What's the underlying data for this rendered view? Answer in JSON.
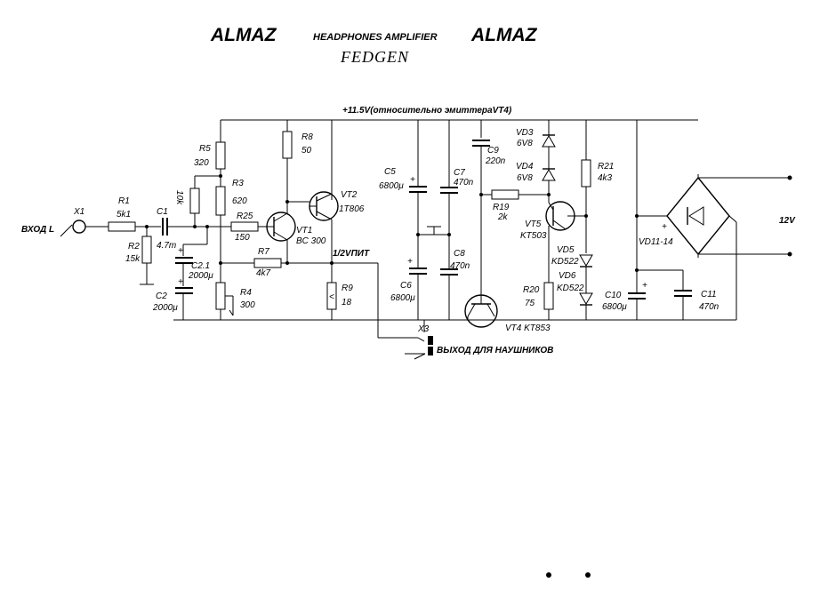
{
  "header": {
    "brand_left": "ALMAZ",
    "subtitle": "HEADPHONES AMPLIFIER",
    "brand_right": "ALMAZ",
    "author": "FEDGEN"
  },
  "supply": {
    "rail_label": "+11.5V(относительно эмиттераVT4)",
    "input_voltage": "12V",
    "half_supply_label": "1/2VПИТ"
  },
  "input": {
    "label": "ВХОД L",
    "connector": "X1"
  },
  "output": {
    "connector": "X3",
    "label": "ВЫХОД ДЛЯ НАУШНИКОВ"
  },
  "components": {
    "R1": {
      "ref": "R1",
      "value": "5k1"
    },
    "R2": {
      "ref": "R2",
      "value": "15k"
    },
    "R3": {
      "ref": "R3",
      "value": "620"
    },
    "R4": {
      "ref": "R4",
      "value": "300"
    },
    "R5": {
      "ref": "R5",
      "value": "320"
    },
    "R6": {
      "value": "10k"
    },
    "R7": {
      "ref": "R7",
      "value": "4k7"
    },
    "R8": {
      "ref": "R8",
      "value": "50"
    },
    "R9": {
      "ref": "R9",
      "value": "18"
    },
    "R19": {
      "ref": "R19",
      "value": "2k"
    },
    "R20": {
      "ref": "R20",
      "value": "75"
    },
    "R21": {
      "ref": "R21",
      "value": "4k3"
    },
    "R25": {
      "ref": "R25",
      "value": "150"
    },
    "C1": {
      "ref": "C1",
      "value": "4.7m"
    },
    "C2": {
      "ref": "C2",
      "value": "2000μ"
    },
    "C2_1": {
      "ref": "C2.1",
      "value": "2000μ"
    },
    "C5": {
      "ref": "C5",
      "value": "6800μ"
    },
    "C6": {
      "ref": "C6",
      "value": "6800μ"
    },
    "C7": {
      "ref": "C7",
      "value": "470n"
    },
    "C8": {
      "ref": "C8",
      "value": "470n"
    },
    "C9": {
      "ref": "C9",
      "value": "220n"
    },
    "C10": {
      "ref": "C10",
      "value": "6800μ"
    },
    "C11": {
      "ref": "C11",
      "value": "470n"
    },
    "VT1": {
      "ref": "VT1",
      "value": "BC 300"
    },
    "VT2": {
      "ref": "VT2",
      "value": "1T806"
    },
    "VT4": {
      "label": "VT4 KT853"
    },
    "VT5": {
      "ref": "VT5",
      "value": "KT503"
    },
    "VD3": {
      "ref": "VD3",
      "value": "6V8"
    },
    "VD4": {
      "ref": "VD4",
      "value": "6V8"
    },
    "VD5": {
      "ref": "VD5",
      "value": "KD522"
    },
    "VD6": {
      "ref": "VD6",
      "value": "KD522"
    },
    "bridge": {
      "ref": "VD11-14"
    }
  }
}
